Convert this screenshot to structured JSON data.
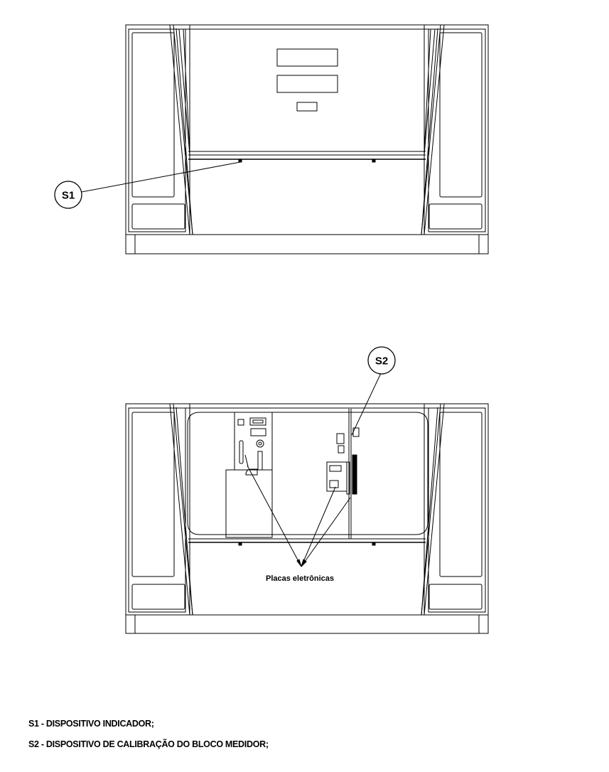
{
  "callouts": {
    "s1": "S1",
    "s2": "S2"
  },
  "annotations": {
    "boards": "Placas eletrônicas"
  },
  "legend": [
    "S1 - DISPOSITIVO INDICADOR;",
    "S2 - DISPOSITIVO DE CALIBRAÇÃO DO BLOCO MEDIDOR;"
  ]
}
